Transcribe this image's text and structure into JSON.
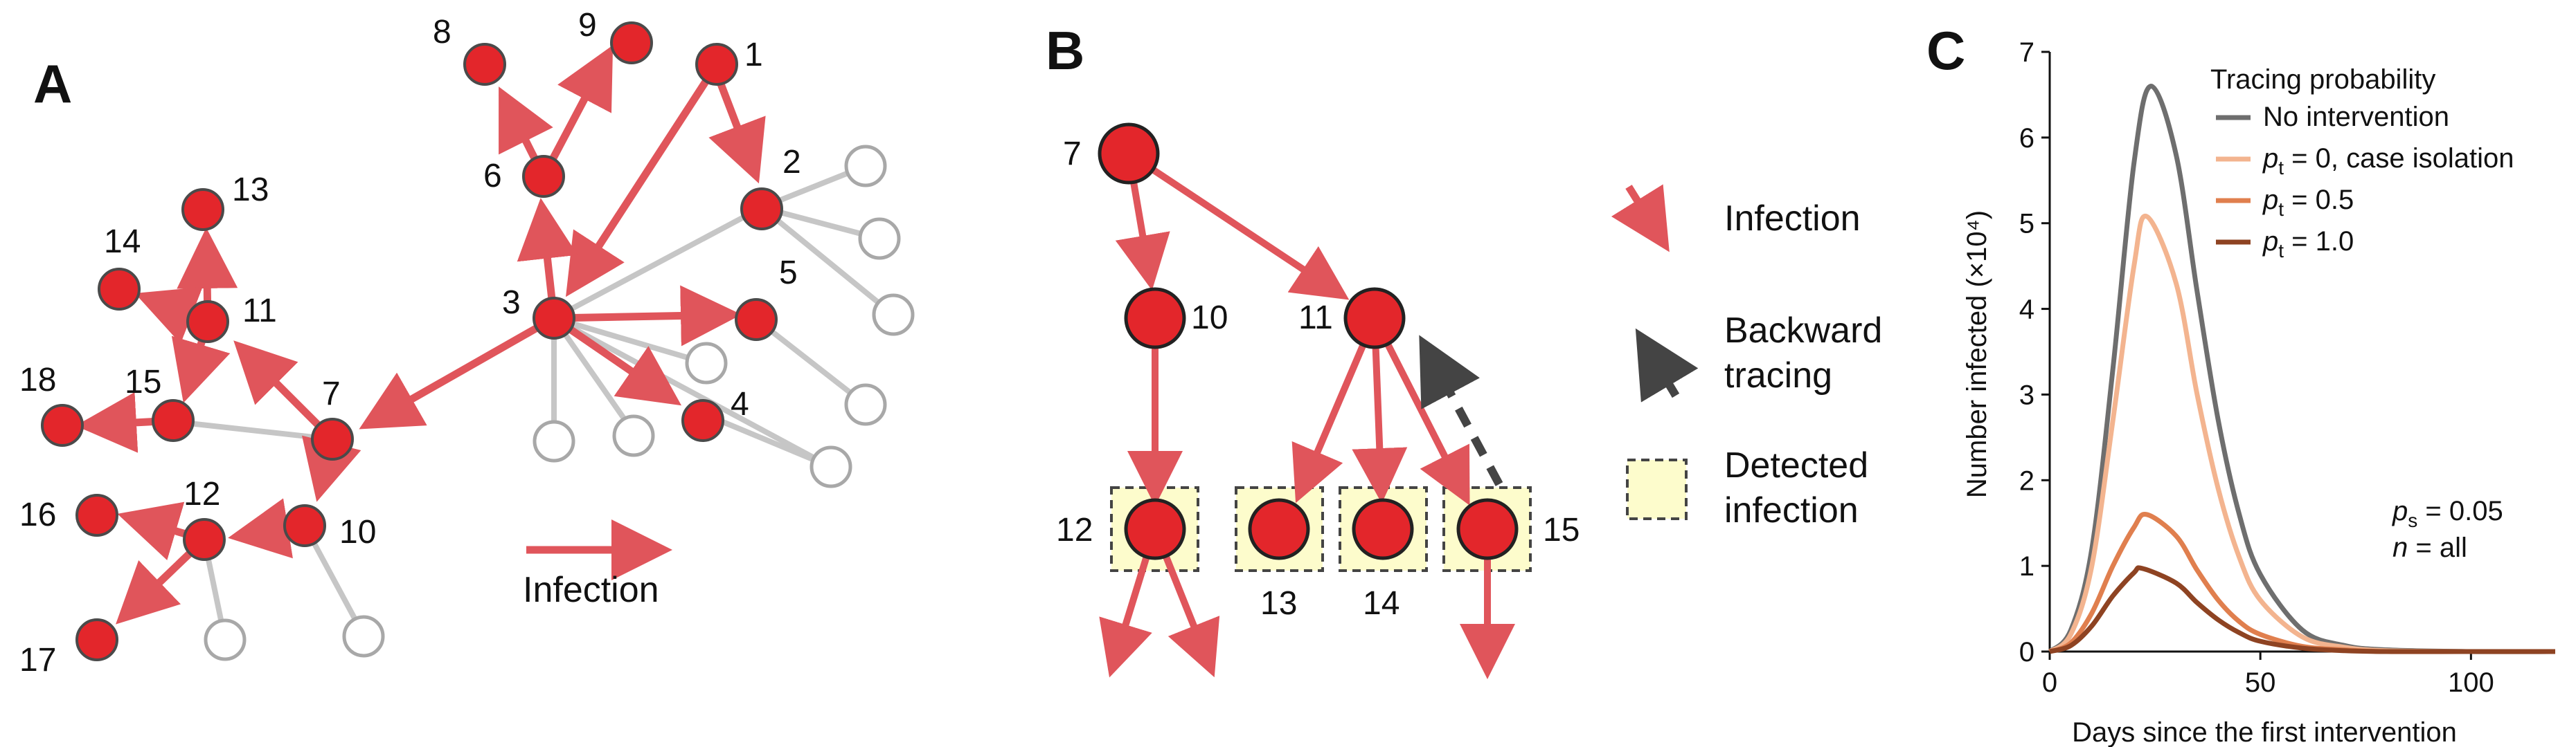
{
  "panels": {
    "a": {
      "label": "A",
      "legend": "Infection",
      "nodes": [
        {
          "id": "1",
          "label": "1"
        },
        {
          "id": "2",
          "label": "2"
        },
        {
          "id": "3",
          "label": "3"
        },
        {
          "id": "4",
          "label": "4"
        },
        {
          "id": "5",
          "label": "5"
        },
        {
          "id": "6",
          "label": "6"
        },
        {
          "id": "7",
          "label": "7"
        },
        {
          "id": "8",
          "label": "8"
        },
        {
          "id": "9",
          "label": "9"
        },
        {
          "id": "10",
          "label": "10"
        },
        {
          "id": "11",
          "label": "11"
        },
        {
          "id": "12",
          "label": "12"
        },
        {
          "id": "13",
          "label": "13"
        },
        {
          "id": "14",
          "label": "14"
        },
        {
          "id": "15",
          "label": "15"
        },
        {
          "id": "16",
          "label": "16"
        },
        {
          "id": "17",
          "label": "17"
        },
        {
          "id": "18",
          "label": "18"
        }
      ]
    },
    "b": {
      "label": "B",
      "nodes": [
        {
          "id": "7",
          "label": "7"
        },
        {
          "id": "10",
          "label": "10"
        },
        {
          "id": "11",
          "label": "11"
        },
        {
          "id": "12",
          "label": "12"
        },
        {
          "id": "13",
          "label": "13"
        },
        {
          "id": "14",
          "label": "14"
        },
        {
          "id": "15",
          "label": "15"
        }
      ],
      "legend": {
        "infection": "Infection",
        "backward_1": "Backward",
        "backward_2": "tracing",
        "detected_1": "Detected",
        "detected_2": "infection"
      },
      "colors": {
        "node": "#e3262b",
        "arrow": "#e0555b",
        "detected": "#fdfccc",
        "backtrace": "#444444"
      }
    },
    "c": {
      "label": "C",
      "annotation_1": "p",
      "annotation_1_sub": "s",
      "annotation_1_rest": " = 0.05",
      "annotation_2": "n",
      "annotation_2_rest": " = all"
    }
  },
  "chart_data": {
    "type": "line",
    "title": "",
    "xlabel": "Days since the first intervention",
    "ylabel": "Number infected (×10⁴)",
    "xlim": [
      0,
      120
    ],
    "ylim": [
      0,
      7
    ],
    "xticks": [
      0,
      50,
      100
    ],
    "yticks": [
      0,
      1,
      2,
      3,
      4,
      5,
      6,
      7
    ],
    "grid": false,
    "legend_title": "Tracing probability",
    "legend_position": "top-right",
    "series": [
      {
        "name": "No intervention",
        "color": "#6e6e6e",
        "peak_x": 24,
        "peak_y": 6.6,
        "x": [
          0,
          5,
          10,
          15,
          20,
          24,
          30,
          35,
          40,
          45,
          50,
          60,
          70,
          80,
          100,
          120
        ],
        "y": [
          0.0,
          0.25,
          1.2,
          3.3,
          5.7,
          6.6,
          5.8,
          4.2,
          2.7,
          1.6,
          0.9,
          0.25,
          0.07,
          0.02,
          0.0,
          0.0
        ]
      },
      {
        "name": "p",
        "sub": "t",
        "rest": " = 0, case isolation",
        "color": "#f3b48f",
        "peak_x": 23,
        "peak_y": 5.08,
        "x": [
          0,
          5,
          10,
          15,
          20,
          23,
          30,
          35,
          40,
          45,
          50,
          60,
          70,
          80,
          100,
          120
        ],
        "y": [
          0.0,
          0.2,
          1.0,
          2.7,
          4.5,
          5.08,
          4.3,
          3.0,
          1.9,
          1.1,
          0.6,
          0.17,
          0.05,
          0.01,
          0.0,
          0.0
        ]
      },
      {
        "name": "p",
        "sub": "t",
        "rest": " = 0.5",
        "color": "#e07f4e",
        "peak_x": 23,
        "peak_y": 1.6,
        "x": [
          0,
          5,
          10,
          15,
          20,
          23,
          30,
          35,
          40,
          45,
          50,
          60,
          70,
          80,
          100,
          120
        ],
        "y": [
          0.0,
          0.1,
          0.45,
          1.0,
          1.45,
          1.6,
          1.35,
          0.95,
          0.6,
          0.35,
          0.2,
          0.06,
          0.02,
          0.0,
          0.0,
          0.0
        ]
      },
      {
        "name": "p",
        "sub": "t",
        "rest": " = 1.0",
        "color": "#8e4322",
        "peak_x": 22,
        "peak_y": 0.97,
        "x": [
          0,
          5,
          10,
          15,
          20,
          22,
          30,
          35,
          40,
          45,
          50,
          60,
          70,
          80,
          100,
          120
        ],
        "y": [
          0.0,
          0.07,
          0.3,
          0.65,
          0.92,
          0.97,
          0.8,
          0.57,
          0.37,
          0.22,
          0.12,
          0.04,
          0.01,
          0.0,
          0.0,
          0.0
        ]
      }
    ]
  }
}
